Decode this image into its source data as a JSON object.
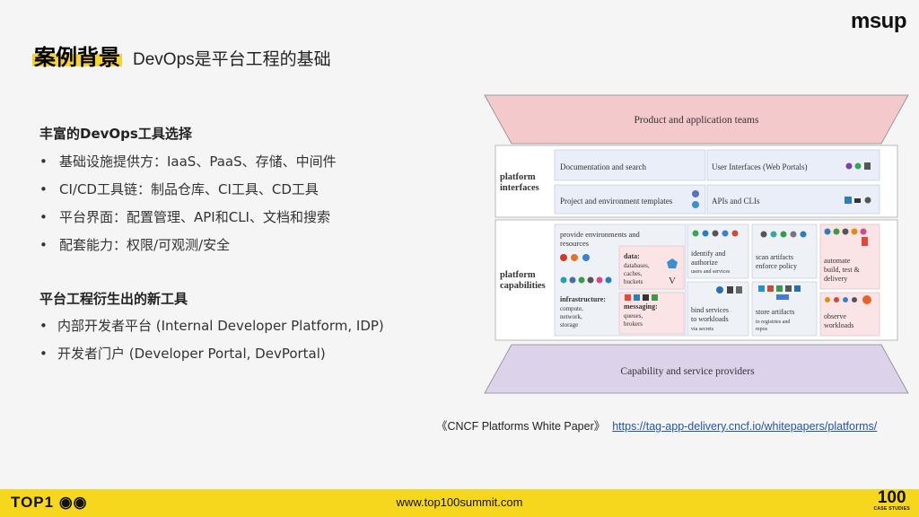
{
  "logo": "msup",
  "title": {
    "main": "案例背景",
    "sub": "DevOps是平台工程的基础"
  },
  "section1": {
    "heading": "丰富的DevOps工具选择",
    "items": [
      "基础设施提供方：IaaS、PaaS、存储、中间件",
      "CI/CD工具链：制品仓库、CI工具、CD工具",
      "平台界面：配置管理、API和CLI、文档和搜索",
      "配套能力：权限/可观测/安全"
    ]
  },
  "section2": {
    "heading": "平台工程衍生出的新工具",
    "items": [
      "内部开发者平台 (Internal Developer Platform, IDP)",
      "开发者门户 (Developer Portal, DevPortal)"
    ]
  },
  "diagram": {
    "top_label": "Product and application teams",
    "bottom_label": "Capability and service providers",
    "interfaces_label_1": "platform",
    "interfaces_label_2": "interfaces",
    "capabilities_label_1": "platform",
    "capabilities_label_2": "capabilities",
    "doc_search": "Documentation and search",
    "web_portals": "User Interfaces (Web Portals)",
    "templates": "Project and environment templates",
    "apis": "APIs and CLIs",
    "provide_1": "provide environments and",
    "provide_2": "resources",
    "data_title": "data:",
    "data_1": "databases,",
    "data_2": "caches,",
    "data_3": "buckets",
    "infra_title": "infrastructure:",
    "infra_1": "compute,",
    "infra_2": "network,",
    "infra_3": "storage",
    "msg_title": "messaging:",
    "msg_1": "queues,",
    "msg_2": "brokers",
    "identify_1": "identify and",
    "identify_2": "authorize",
    "identify_3": "users and services",
    "bind_1": "bind services",
    "bind_2": "to workloads",
    "bind_3": "via secrets",
    "scan_1": "scan artifacts",
    "scan_2": "enforce policy",
    "store_1": "store artifacts",
    "store_2": "to registries and",
    "store_3": "repos",
    "automate_1": "automate",
    "automate_2": "build, test &",
    "automate_3": "delivery",
    "observe_1": "observe",
    "observe_2": "workloads"
  },
  "source": {
    "text": "《CNCF Platforms White Paper》",
    "link": "https://tag-app-delivery.cncf.io/whitepapers/platforms/"
  },
  "footer": {
    "left": "TOP1",
    "url": "www.top100summit.com",
    "right": "100",
    "right_sub": "CASE STUDIES"
  },
  "colors": {
    "accent_yellow": "#f7d61e",
    "highlight": "#f6d23a",
    "pink": "#f4c9cc",
    "lavender": "#dcd3ea",
    "blue_box": "#e9eef8",
    "pink_box": "#fbe4e6"
  }
}
